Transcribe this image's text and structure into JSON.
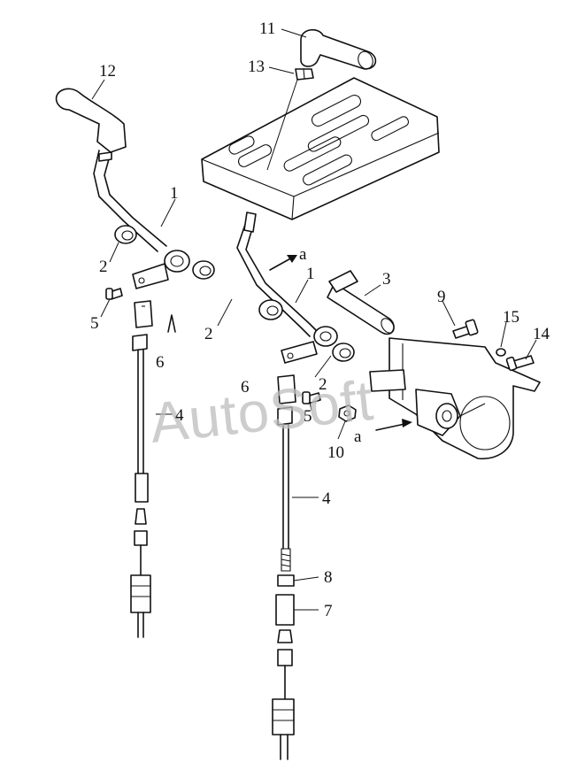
{
  "diagram": {
    "callouts": {
      "c11": "11",
      "c13": "13",
      "c12": "12",
      "c1a": "1",
      "c1b": "1",
      "c2a": "2",
      "c2b": "2",
      "c2c": "2",
      "c3": "3",
      "c9": "9",
      "c15": "15",
      "c14": "14",
      "c5a": "5",
      "c5b": "5",
      "c6a": "6",
      "c6b": "6",
      "c4a": "4",
      "c4b": "4",
      "c10": "10",
      "c8": "8",
      "c7": "7",
      "ca1": "a",
      "ca2": "a"
    },
    "watermark": "AutoSoft"
  }
}
